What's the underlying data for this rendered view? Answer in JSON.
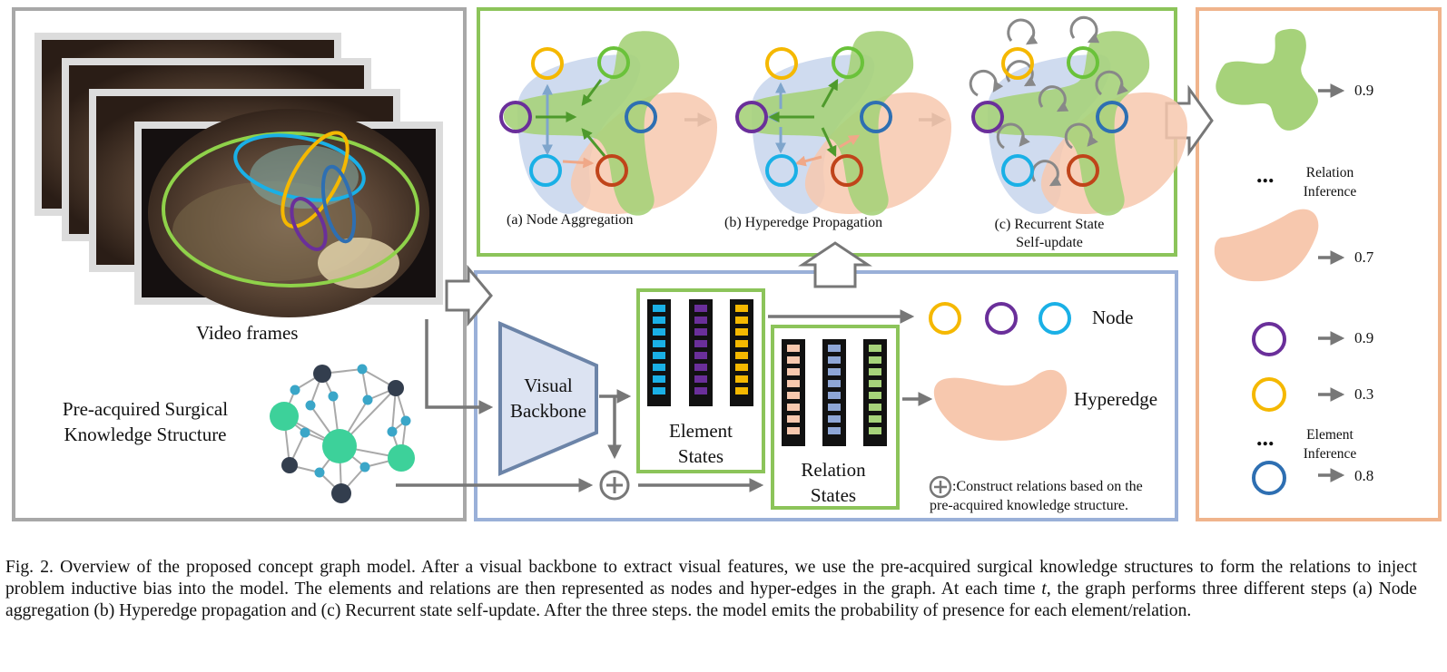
{
  "colors": {
    "frame_gray": "#a8a8a8",
    "green_box": "#8cc45a",
    "blue_box": "#9ab0d8",
    "orange_box": "#f0b48c",
    "yellow_node": "#f5b800",
    "purple_node": "#6a2f9a",
    "cyan_node": "#1ab0e6",
    "blue_node": "#2e6fb2",
    "red_node": "#c0441a",
    "green_node": "#6ac23a",
    "hyper_green": "#a6d27a",
    "hyper_peach": "#f7c8ae",
    "hyper_blue": "#c7d5ec"
  },
  "left_panel": {
    "video_label": "Video frames",
    "knowledge_label_line1": "Pre-acquired Surgical",
    "knowledge_label_line2": "Knowledge Structure"
  },
  "steps": {
    "a": "(a) Node Aggregation",
    "b": "(b) Hyperedge Propagation",
    "c_line1": "(c) Recurrent State",
    "c_line2": "Self-update"
  },
  "middle_panel": {
    "backbone_line1": "Visual",
    "backbone_line2": "Backbone",
    "element_line1": "Element",
    "element_line2": "States",
    "relation_line1": "Relation",
    "relation_line2": "States",
    "node_label": "Node",
    "hyperedge_label": "Hyperedge",
    "note_line1": ":Construct relations based on the",
    "note_line2": "pre-acquired knowledge structure."
  },
  "right_panel": {
    "relation_scores": [
      "0.9",
      "0.7"
    ],
    "relation_label_line1": "Relation",
    "relation_label_line2": "Inference",
    "element_scores": [
      "0.9",
      "0.3",
      "0.8"
    ],
    "element_label_line1": "Element",
    "element_label_line2": "Inference",
    "ellipsis": "..."
  },
  "caption": {
    "part1": "Fig. 2.  Overview of the proposed concept graph model. After a visual backbone to extract visual features, we use the pre-acquired surgical knowledge structures to form the relations to inject problem inductive bias into the model. The elements and relations are then represented as nodes and hyper-edges in the graph. At each time ",
    "var": "t",
    "part2": ", the graph performs three different steps (a) Node aggregation (b) Hyperedge propagation and (c) Recurrent state self-update. After the three steps. the model emits the probability of presence for each element/relation."
  }
}
